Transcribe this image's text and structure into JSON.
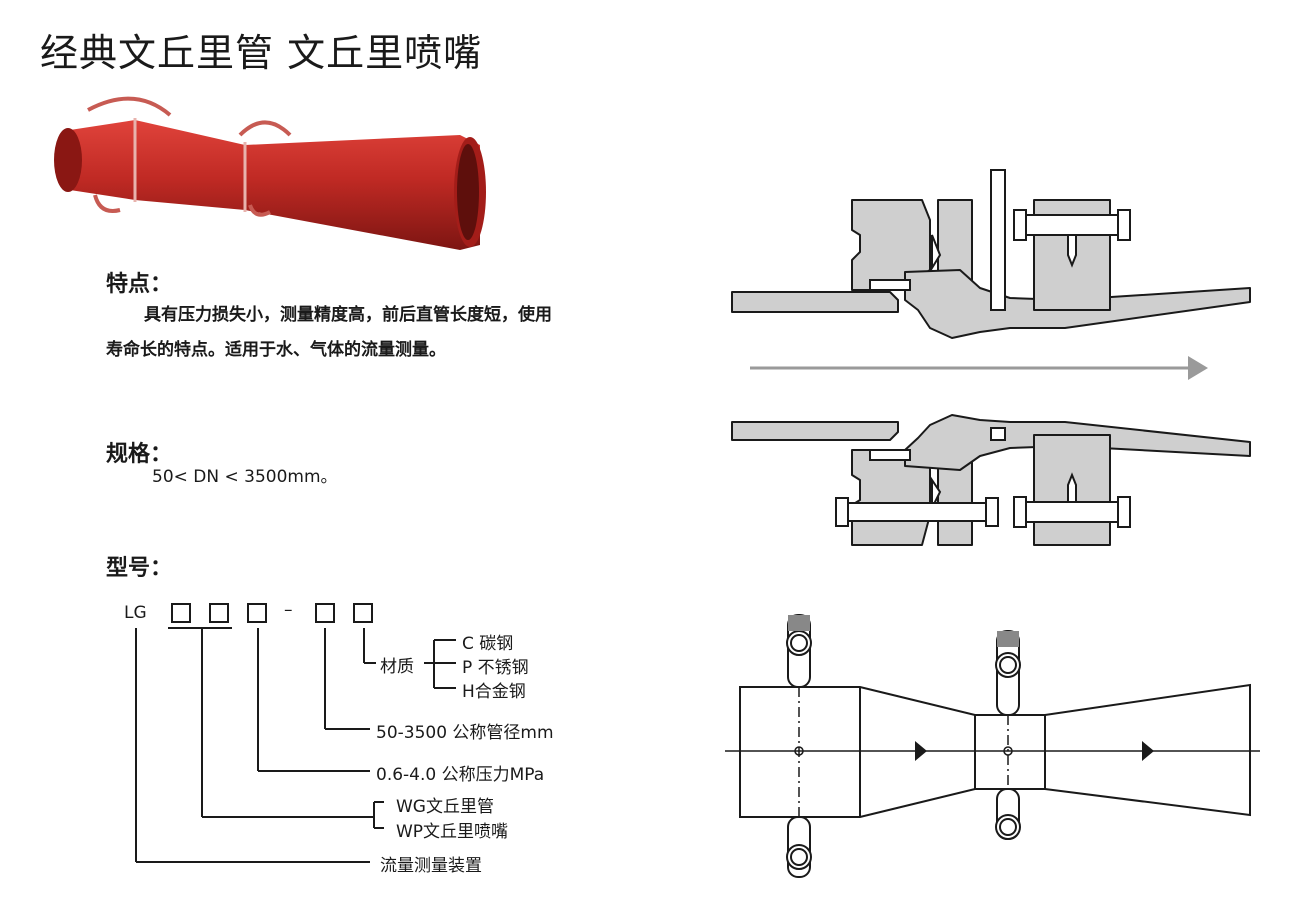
{
  "title": "经典文丘里管 文丘里喷嘴",
  "features": {
    "heading": "特点：",
    "text": "具有压力损失小，测量精度高，前后直管长度短，使用寿命长的特点。适用于水、气体的流量测量。"
  },
  "spec": {
    "heading": "规格：",
    "text": "50< DN < 3500mm。"
  },
  "model": {
    "heading": "型号：",
    "prefix": "LG",
    "dash": "–",
    "material_label": "材质",
    "materials": [
      "C 碳钢",
      "P 不锈钢",
      "H合金钢"
    ],
    "diameter": "50-3500 公称管径mm",
    "pressure": "0.6-4.0 公称压力MPa",
    "types": [
      "WG文丘里管",
      "WP文丘里喷嘴"
    ],
    "device": "流量测量装置"
  },
  "colors": {
    "pipe_red": "#b8231f",
    "section_gray": "#cfcfcf",
    "flow_arrow": "#9a9a9a"
  }
}
